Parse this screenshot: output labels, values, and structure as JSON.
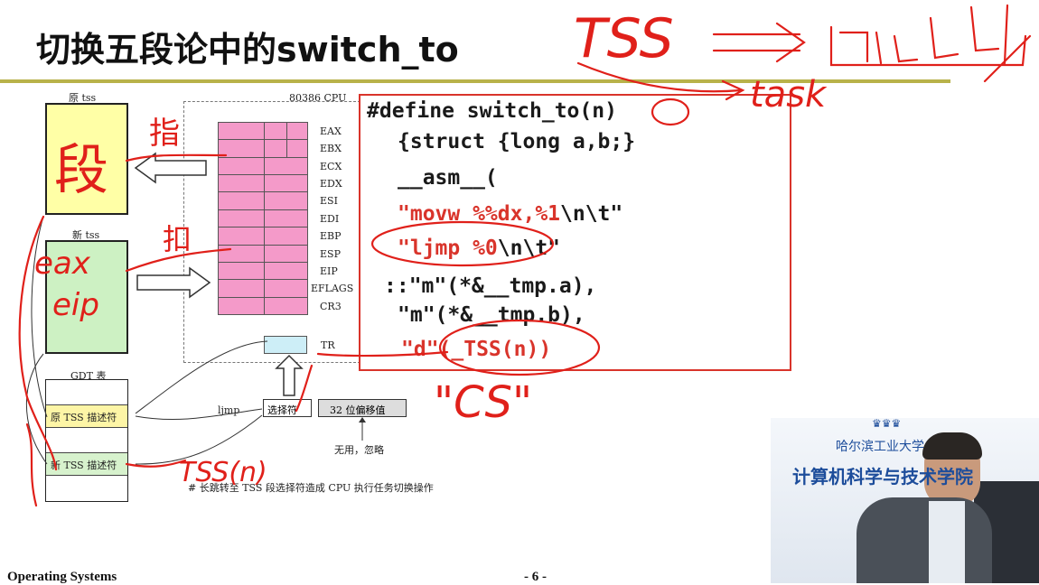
{
  "slide": {
    "title": "切换五段论中的switch_to",
    "footer_left": "Operating Systems",
    "footer_page": "- 6 -"
  },
  "diagram": {
    "old_tss_label": "原 tss",
    "new_tss_label": "新 tss",
    "cpu_label": "80386 CPU",
    "registers": [
      "EAX",
      "EBX",
      "ECX",
      "EDX",
      "ESI",
      "EDI",
      "EBP",
      "ESP",
      "EIP",
      "EFLAGS",
      "CR3"
    ],
    "tr_label": "TR",
    "gdt_label": "GDT 表",
    "gdt_old_entry": "原 TSS 描述符",
    "gdt_new_entry": "新 TSS 描述符",
    "ljmp_label": "ljmp",
    "selector_label": "选择符",
    "offset_label": "32 位偏移值",
    "unused_label": "无用，忽略",
    "caption": "# 长跳转至 TSS 段选择符造成 CPU 执行任务切换操作"
  },
  "code": {
    "line1": "#define switch_to(n)",
    "line2": "{struct {long a,b;}",
    "line3": "__asm__(",
    "line4_red": "\"movw %%dx,%1",
    "line4_black": "\\n\\t\"",
    "line5_red": "\"ljmp %0",
    "line5_black": "\\n\\t\"",
    "line6": "::\"m\"(*&__tmp.a),",
    "line7": "\"m\"(*&__tmp.b),",
    "line8": "\"d\"(_TSS(n))"
  },
  "annotations": {
    "tss": "TSS",
    "task": "task",
    "duan": "段",
    "zhi": "指",
    "ru": "扣",
    "eax": "eax",
    "eip": "eip",
    "cs": "\"CS\"",
    "tssn": "TSS(n)"
  },
  "webcam": {
    "school": "哈尔滨工业大学",
    "department": "计算机科学与技术学院"
  },
  "colors": {
    "title_rule": "#b8b24a",
    "code_border": "#d9342b",
    "code_red": "#d9342b",
    "old_tss_fill": "#ffffa6",
    "new_tss_fill": "#cdf1c3",
    "register_fill": "#f49ac9",
    "tr_fill": "#cdeef7",
    "ink_red": "#e0201a"
  }
}
